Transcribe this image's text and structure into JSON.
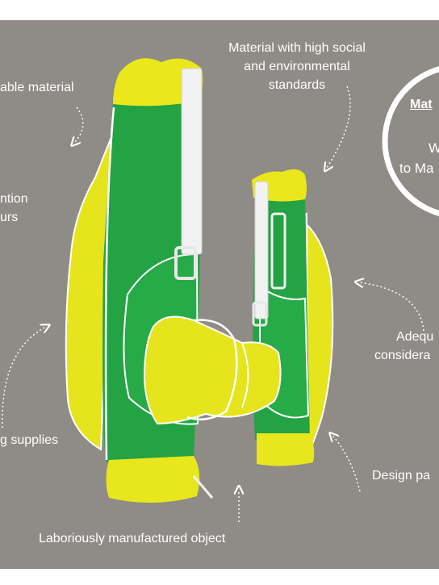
{
  "labels": {
    "top_left": "able material",
    "mid_left_1": "ntion",
    "mid_left_2": "urs",
    "top_center_1": "Material with high social",
    "top_center_2": "and environmental",
    "top_center_3": "standards",
    "lower_left": "g supplies",
    "bottom": "Laboriously manufactured object",
    "right_mid_1": "Adequ",
    "right_mid_2": "considera",
    "right_low": "Design pa"
  },
  "circle": {
    "title": "Mat",
    "line1": "W",
    "line2": "to Ma"
  },
  "colors": {
    "background": "#8f8b86",
    "bag_green": "#2aa84a",
    "bag_yellow": "#e8e61a",
    "strap": "#f2f2f2"
  }
}
